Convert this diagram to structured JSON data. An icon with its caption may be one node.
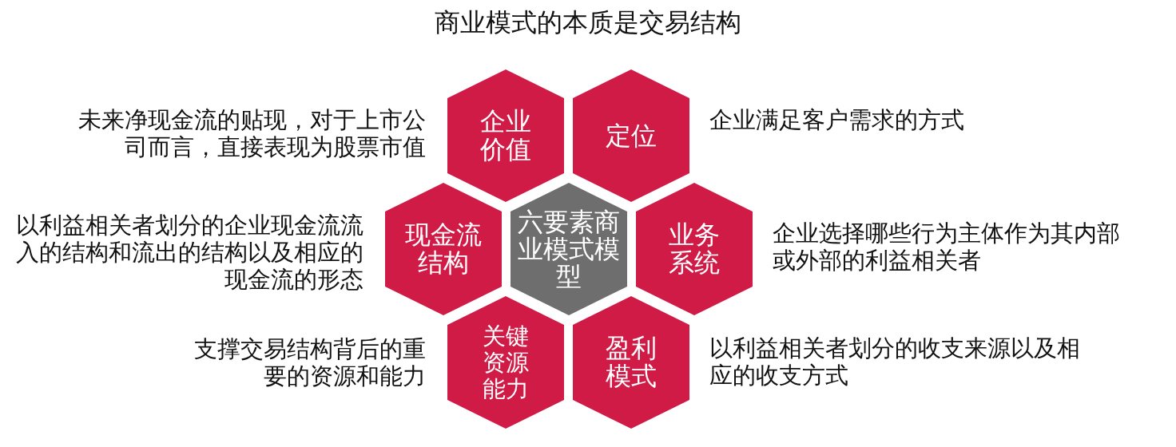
{
  "diagram": {
    "title": "商业模式的本质是交易结构",
    "nodes": [
      {
        "text": [
          "企业价值"
        ],
        "beside": [
          "未来净现金流的贴现，对于上市公司而言，直接表现为股票市值"
        ]
      },
      {
        "text": [
          "定位"
        ],
        "beside": [
          "企业满足客户需求的方式"
        ]
      },
      {
        "text": [
          "现金流结构"
        ],
        "beside": [
          "以利益相关者划分的企业现金流流入的结构和流出的结构以及相应的现金流的形态"
        ]
      },
      {
        "text": [
          "六要素商业模式模型"
        ]
      },
      {
        "text": [
          "业务系统"
        ],
        "beside": [
          "企业选择哪些行为主体作为其内部或外部的利益相关者"
        ]
      },
      {
        "text": [
          "关键资源能力"
        ],
        "beside": [
          "支撑交易结构背后的重要的资源和能力"
        ]
      },
      {
        "text": [
          "盈利模式"
        ],
        "beside": [
          "以利益相关者划分的收支来源以及相应的收支方式"
        ]
      }
    ]
  }
}
